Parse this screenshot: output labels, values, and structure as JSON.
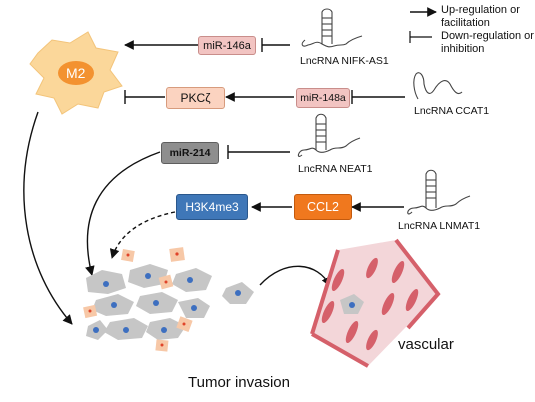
{
  "legend": {
    "up": "Up-regulation or facilitation",
    "up_line1": "Up-regulation or",
    "up_line2": "facilitation",
    "down": "Down-regulation or inhibition",
    "down_line1": "Down-regulation or",
    "down_line2": "inhibition"
  },
  "cell": {
    "label": "M2"
  },
  "nodes": {
    "mir146a": "miR-146a",
    "pkcz": "PKCζ",
    "mir148a": "miR-148a",
    "mir214": "miR-214",
    "h3k4me3": "H3K4me3",
    "ccl2": "CCL2"
  },
  "lncrnas": {
    "nifk": "LncRNA NIFK-AS1",
    "ccat1": "LncRNA CCAT1",
    "neat1": "LncRNA NEAT1",
    "lnmat1": "LncRNA LNMAT1"
  },
  "outcome": {
    "tumor_invasion": "Tumor invasion",
    "vascular": "vascular"
  },
  "colors": {
    "m2_outer": "#fbd79a",
    "m2_inner": "#f39230",
    "mir_pink": "#f2c4c2",
    "pkcz_fill": "#fbd3c0",
    "mir214_fill": "#8e8e8e",
    "h3k4me3_fill": "#3f77b8",
    "ccl2_fill": "#f0781e",
    "tumor_cell": "#c6c6c6",
    "nucleus_blue": "#3d6fc0",
    "orange_cell": "#f7c8a7",
    "vessel": "#d5606a"
  }
}
